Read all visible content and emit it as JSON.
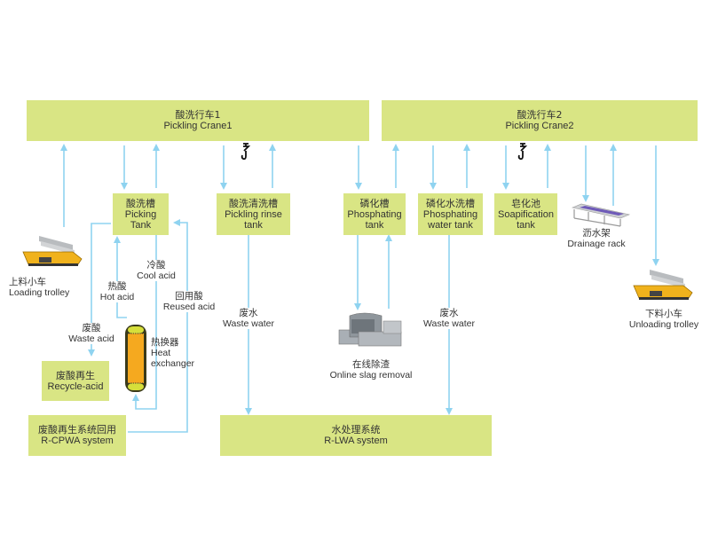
{
  "colors": {
    "box_fill": "#d9e584",
    "arrow": "#8fd3f0",
    "text": "#333333"
  },
  "cranes": [
    {
      "zh": "酸洗行车1",
      "en": "Pickling Crane1"
    },
    {
      "zh": "酸洗行车2",
      "en": "Pickling Crane2"
    }
  ],
  "tanks": [
    {
      "zh": "酸洗槽",
      "en1": "Picking",
      "en2": "Tank"
    },
    {
      "zh": "酸洗清洗槽",
      "en1": "Pickling rinse",
      "en2": "tank"
    },
    {
      "zh": "磷化槽",
      "en1": "Phosphating",
      "en2": "tank"
    },
    {
      "zh": "磷化水洗槽",
      "en1": "Phosphating",
      "en2": "water tank"
    },
    {
      "zh": "皂化池",
      "en1": "Soapification",
      "en2": "tank"
    }
  ],
  "systems": {
    "recycle": {
      "zh": "废酸再生",
      "en": "Recycle-acid"
    },
    "rcpwa": {
      "zh": "废酸再生系统回用",
      "en": "R-CPWA system"
    },
    "rlwa": {
      "zh": "水处理系统",
      "en": "R-LWA system"
    }
  },
  "labels": {
    "loading_trolley": {
      "zh": "上料小车",
      "en": "Loading trolley"
    },
    "unloading_trolley": {
      "zh": "下料小车",
      "en": "Unloading trolley"
    },
    "drainage_rack": {
      "zh": "沥水架",
      "en": "Drainage rack"
    },
    "slag_removal": {
      "zh": "在线除渣",
      "en": "Online slag removal"
    },
    "heat_exchanger": {
      "zh": "热换器",
      "en1": "Heat",
      "en2": "exchanger"
    },
    "cool_acid": {
      "zh": "冷酸",
      "en": "Cool acid"
    },
    "hot_acid": {
      "zh": "热酸",
      "en": "Hot acid"
    },
    "reused_acid": {
      "zh": "回用酸",
      "en": "Reused acid"
    },
    "waste_acid": {
      "zh": "废酸",
      "en": "Waste acid"
    },
    "waste_water_1": {
      "zh": "废水",
      "en": "Waste water"
    },
    "waste_water_2": {
      "zh": "废水",
      "en": "Waste water"
    }
  }
}
